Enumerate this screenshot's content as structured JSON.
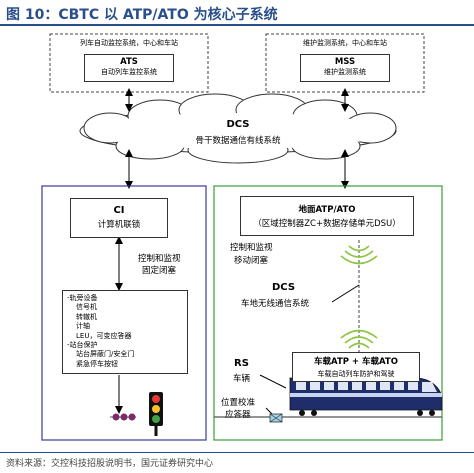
{
  "figure_title": "图 10：CBTC 以 ATP/ATO 为核心子系统",
  "ats_group": {
    "label": "列车自动监控系统，中心和车站",
    "name": "ATS",
    "desc": "自动列车监控系统"
  },
  "mss_group": {
    "label": "维护监测系统，中心和车站",
    "name": "MSS",
    "desc": "维护监测系统"
  },
  "dcs_cloud": {
    "name": "DCS",
    "desc": "骨干数据通信有线系统"
  },
  "ci": {
    "name": "CI",
    "desc": "计算机联锁"
  },
  "ci_control_label": [
    "控制和监视",
    "固定闭塞"
  ],
  "ci_list": [
    "-轨旁设备",
    "信号机",
    "转辙机",
    "计轴",
    "LEU，可变应答器",
    "-站台保护",
    "站台屏蔽门/安全门",
    "紧急停车按钮"
  ],
  "ground_atp": {
    "name": "地面ATP/ATO",
    "desc": "（区域控制器ZC+数据存储单元DSU）"
  },
  "moving_block_label": [
    "控制和监视",
    "移动闭塞"
  ],
  "dcs_wireless": {
    "name": "DCS",
    "desc": "车地无线通信系统"
  },
  "onboard": {
    "name": "车载ATP + 车载ATO",
    "desc": "车载自动列车防护和驾驶"
  },
  "rs": {
    "name": "RS",
    "desc": "车辆"
  },
  "balise_label": [
    "位置校准",
    "应答器"
  ],
  "colors": {
    "title": "#2a4f8a",
    "ci_frame": "#3a3a9a",
    "atp_frame": "#3aa03a",
    "wireless": "#8cc63f",
    "arrow": "#000000"
  },
  "source": "资料来源：交控科技招股说明书，国元证券研究中心"
}
